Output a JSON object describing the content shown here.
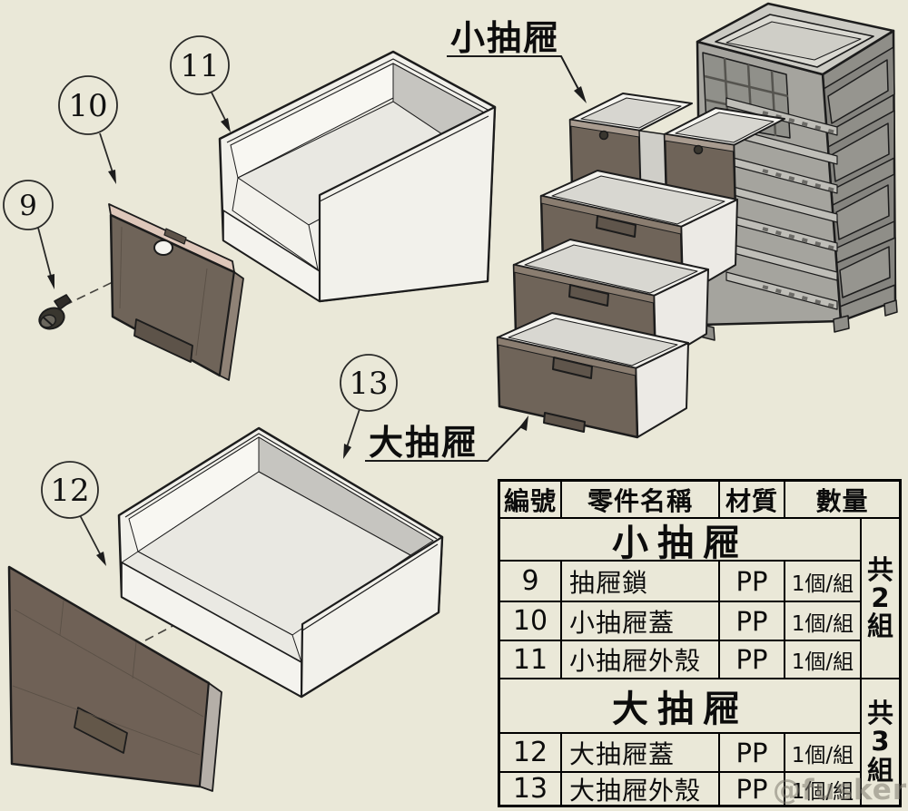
{
  "callouts": {
    "small_drawer": "小抽屜",
    "large_drawer": "大抽屜"
  },
  "balloons": [
    {
      "label": "9"
    },
    {
      "label": "10"
    },
    {
      "label": "11"
    },
    {
      "label": "12"
    },
    {
      "label": "13"
    }
  ],
  "table": {
    "headers": [
      "編號",
      "零件名稱",
      "材質",
      "數量"
    ],
    "groups": [
      {
        "title": "小抽屜",
        "total_chars": [
          "共",
          "2",
          "組"
        ],
        "rows": [
          {
            "no": "9",
            "name": "抽屜鎖",
            "material": "PP",
            "qty": "1個/組"
          },
          {
            "no": "10",
            "name": "小抽屜蓋",
            "material": "PP",
            "qty": "1個/組"
          },
          {
            "no": "11",
            "name": "小抽屜外殼",
            "material": "PP",
            "qty": "1個/組"
          }
        ]
      },
      {
        "title": "大抽屜",
        "total_chars": [
          "共",
          "3",
          "組"
        ],
        "rows": [
          {
            "no": "12",
            "name": "大抽屜蓋",
            "material": "PP",
            "qty": "1個/組"
          },
          {
            "no": "13",
            "name": "大抽屜外殼",
            "material": "PP",
            "qty": "1個/組"
          }
        ]
      }
    ]
  },
  "watermark": "@fusker",
  "colors": {
    "background": "#eae8d8",
    "line": "#1c1c1c",
    "cover": "#6f6459",
    "cover_bevel": "#dec7ba",
    "bin": "#f0efe9",
    "bin_interior_wall": "#c6c5c0",
    "cabinet_front": "#a5a49e",
    "cabinet_side": "#8f8e88"
  }
}
